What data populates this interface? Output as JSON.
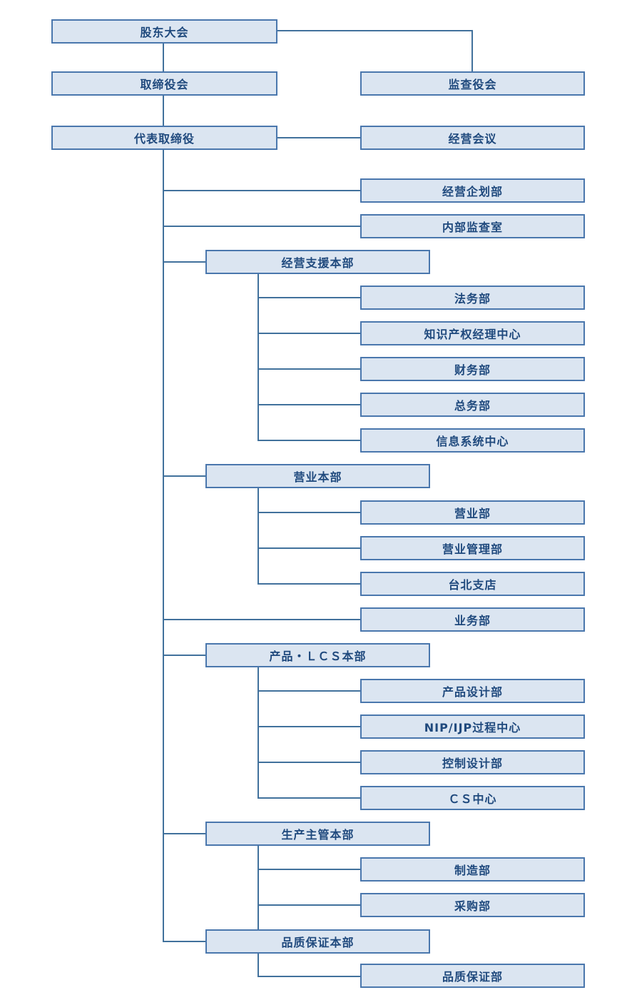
{
  "org_chart": {
    "title": "company-organization-chart",
    "colors": {
      "box_fill": "#dbe5f1",
      "box_border": "#4a77ad",
      "connector_line": "#41719c",
      "text": "#1f497d"
    },
    "nodes": [
      {
        "id": "shareholders-meeting",
        "label": "股东大会"
      },
      {
        "id": "board-of-directors",
        "label": "取缔役会"
      },
      {
        "id": "audit-board",
        "label": "监查役会"
      },
      {
        "id": "representative-director",
        "label": "代表取缔役"
      },
      {
        "id": "management-meeting",
        "label": "经营会议"
      },
      {
        "id": "corporate-planning-dept",
        "label": "经营企划部"
      },
      {
        "id": "internal-audit-office",
        "label": "内部监查室"
      },
      {
        "id": "management-support-hq",
        "label": "经营支援本部"
      },
      {
        "id": "legal-dept",
        "label": "法务部"
      },
      {
        "id": "ip-management-center",
        "label": "知识产权经理中心"
      },
      {
        "id": "finance-dept",
        "label": "财务部"
      },
      {
        "id": "general-affairs-dept",
        "label": "总务部"
      },
      {
        "id": "information-systems-center",
        "label": "信息系统中心"
      },
      {
        "id": "sales-hq",
        "label": "营业本部"
      },
      {
        "id": "sales-dept",
        "label": "营业部"
      },
      {
        "id": "sales-management-dept",
        "label": "营业管理部"
      },
      {
        "id": "taipei-branch",
        "label": "台北支店"
      },
      {
        "id": "business-dept",
        "label": "业务部"
      },
      {
        "id": "product-lcs-hq",
        "label": "产品・ＬＣＳ本部"
      },
      {
        "id": "product-design-dept",
        "label": "产品设计部"
      },
      {
        "id": "nip-ijp-process-center",
        "label": "NIP/IJP过程中心"
      },
      {
        "id": "control-design-dept",
        "label": "控制设计部"
      },
      {
        "id": "cs-center",
        "label": "ＣＳ中心"
      },
      {
        "id": "production-supervision-hq",
        "label": "生产主管本部"
      },
      {
        "id": "manufacturing-dept",
        "label": "制造部"
      },
      {
        "id": "procurement-dept",
        "label": "采购部"
      },
      {
        "id": "quality-assurance-hq",
        "label": "品质保证本部"
      },
      {
        "id": "quality-assurance-dept",
        "label": "品质保证部"
      }
    ],
    "edges": [
      {
        "from": "shareholders-meeting",
        "to": "board-of-directors"
      },
      {
        "from": "shareholders-meeting",
        "to": "audit-board"
      },
      {
        "from": "board-of-directors",
        "to": "representative-director"
      },
      {
        "from": "representative-director",
        "to": "management-meeting"
      },
      {
        "from": "representative-director",
        "to": "corporate-planning-dept"
      },
      {
        "from": "representative-director",
        "to": "internal-audit-office"
      },
      {
        "from": "representative-director",
        "to": "management-support-hq"
      },
      {
        "from": "management-support-hq",
        "to": "legal-dept"
      },
      {
        "from": "management-support-hq",
        "to": "ip-management-center"
      },
      {
        "from": "management-support-hq",
        "to": "finance-dept"
      },
      {
        "from": "management-support-hq",
        "to": "general-affairs-dept"
      },
      {
        "from": "management-support-hq",
        "to": "information-systems-center"
      },
      {
        "from": "representative-director",
        "to": "sales-hq"
      },
      {
        "from": "sales-hq",
        "to": "sales-dept"
      },
      {
        "from": "sales-hq",
        "to": "sales-management-dept"
      },
      {
        "from": "sales-hq",
        "to": "taipei-branch"
      },
      {
        "from": "representative-director",
        "to": "business-dept"
      },
      {
        "from": "representative-director",
        "to": "product-lcs-hq"
      },
      {
        "from": "product-lcs-hq",
        "to": "product-design-dept"
      },
      {
        "from": "product-lcs-hq",
        "to": "nip-ijp-process-center"
      },
      {
        "from": "product-lcs-hq",
        "to": "control-design-dept"
      },
      {
        "from": "product-lcs-hq",
        "to": "cs-center"
      },
      {
        "from": "representative-director",
        "to": "production-supervision-hq"
      },
      {
        "from": "production-supervision-hq",
        "to": "manufacturing-dept"
      },
      {
        "from": "production-supervision-hq",
        "to": "procurement-dept"
      },
      {
        "from": "representative-director",
        "to": "quality-assurance-hq"
      },
      {
        "from": "quality-assurance-hq",
        "to": "quality-assurance-dept"
      }
    ]
  }
}
